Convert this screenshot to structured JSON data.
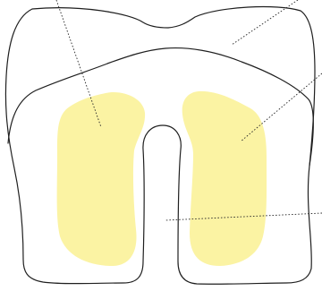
{
  "diagram": {
    "colors": {
      "outline": "#1f1f1f",
      "highlight_fill": "#fbf3a3",
      "leader_line": "#2a2a2a",
      "background": "#ffffff"
    },
    "regions": [
      {
        "id": "outer-contour",
        "kind": "outline"
      },
      {
        "id": "inner-contour",
        "kind": "outline"
      },
      {
        "id": "left-highlight",
        "kind": "highlight"
      },
      {
        "id": "right-highlight",
        "kind": "highlight"
      }
    ],
    "leader_lines": [
      {
        "id": "leader-top-left",
        "label": ""
      },
      {
        "id": "leader-top-right",
        "label": ""
      },
      {
        "id": "leader-right-middle",
        "label": ""
      },
      {
        "id": "leader-bottom-right",
        "label": ""
      }
    ]
  }
}
